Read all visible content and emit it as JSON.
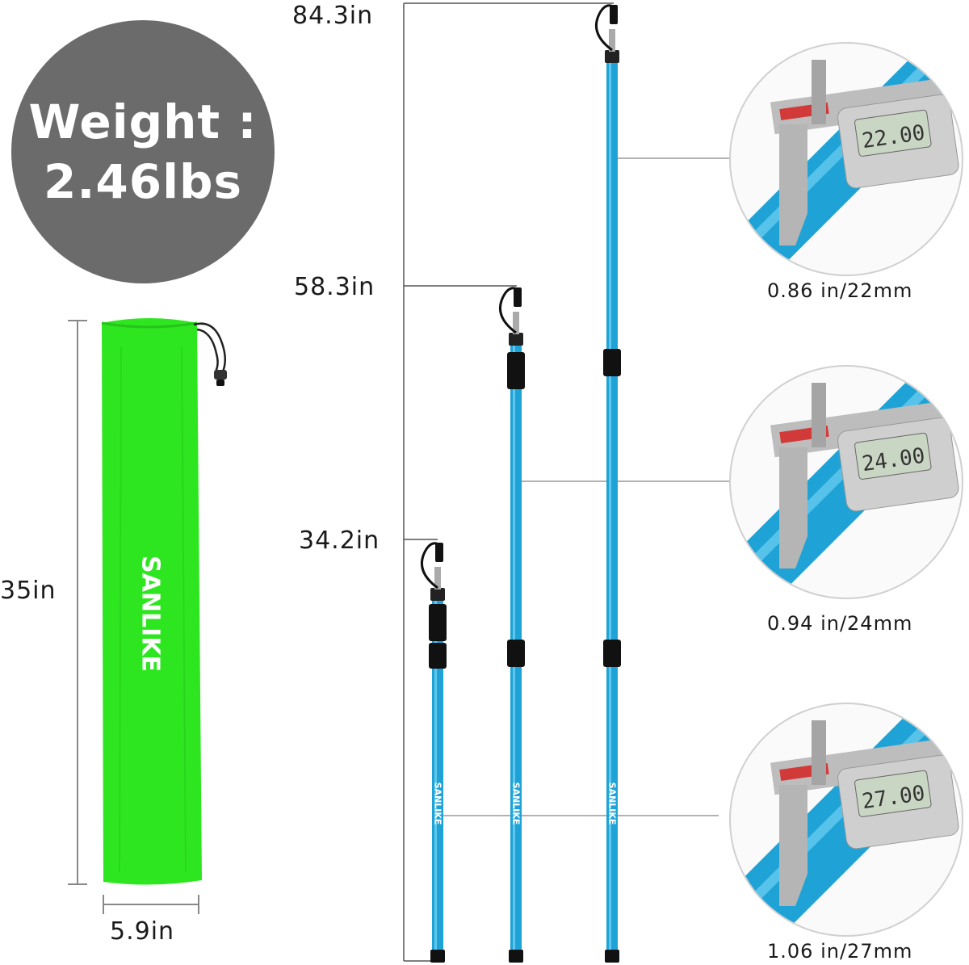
{
  "weight": {
    "line1": "Weight :",
    "line2": "2.46lbs"
  },
  "bag": {
    "height_label": "35in",
    "width_label": "5.9in",
    "brand": "SANLIKE"
  },
  "poles": {
    "brand": "SANLIKE",
    "heights": [
      "84.3in",
      "58.3in",
      "34.2in"
    ]
  },
  "diameters": [
    {
      "label": "0.86 in/22mm",
      "reading": "22.00"
    },
    {
      "label": "0.94 in/24mm",
      "reading": "24.00"
    },
    {
      "label": "1.06 in/27mm",
      "reading": "27.00"
    }
  ],
  "colors": {
    "pole": "#1fa3d6",
    "bag": "#2ee620",
    "circle": "#6b6b6b"
  }
}
